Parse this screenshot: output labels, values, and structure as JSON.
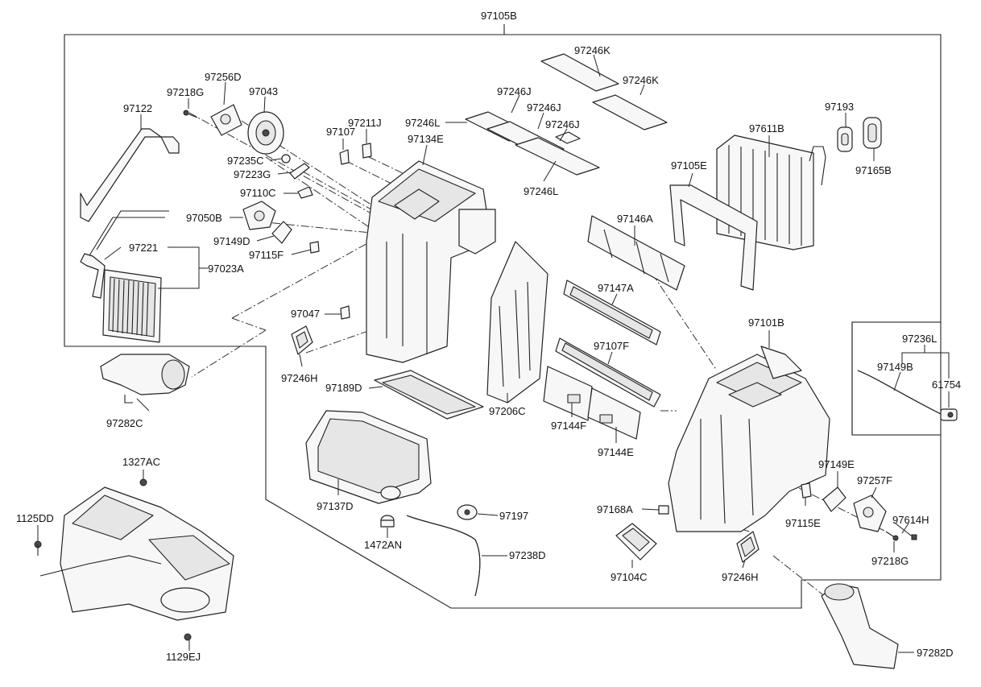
{
  "labels": {
    "assembly_top": "97105B",
    "filter_k1": "97246K",
    "filter_k2": "97246K",
    "filter_j1": "97246J",
    "filter_j2": "97246J",
    "filter_j3": "97246J",
    "filter_l1": "97246L",
    "filter_l2": "97246L",
    "actuator_d": "97256D",
    "screw_g1": "97218G",
    "blower_motor": "97043",
    "pipe": "97122",
    "grommet_c": "97235C",
    "lever_g": "97223G",
    "link_c": "97110C",
    "actuator_b": "97050B",
    "cam_d": "97149D",
    "clip_f1": "97115F",
    "tube_221": "97221",
    "heater_core": "97023A",
    "clip_107": "97107",
    "clip_211j": "97211J",
    "case_134e": "97134E",
    "clip_047": "97047",
    "seal_h1": "97246H",
    "duct_c": "97282C",
    "tray_189d": "97189D",
    "door_206c": "97206C",
    "lower_case": "97137D",
    "nut": "1327AC",
    "bolt_dd": "1125DD",
    "plug": "1472AN",
    "ej_bolt": "1129EJ",
    "grommet_197": "97197",
    "drain_hose": "97238D",
    "door_146a": "97146A",
    "door_147a": "97147A",
    "door_107f": "97107F",
    "door_144f": "97144F",
    "door_144e": "97144E",
    "seal_193": "97193",
    "evaporator": "97611B",
    "seal_165b": "97165B",
    "seal_105e": "97105E",
    "case_101b": "97101B",
    "group_236l": "97236L",
    "hose_149b": "97149B",
    "sensor_754": "61754",
    "cam_e": "97149E",
    "actuator_f": "97257F",
    "clip_e": "97115E",
    "sensor_h": "97614H",
    "screw_g2": "97218G",
    "clip_168a": "97168A",
    "seal_104c": "97104C",
    "seal_h2": "97246H",
    "duct_d": "97282D"
  }
}
